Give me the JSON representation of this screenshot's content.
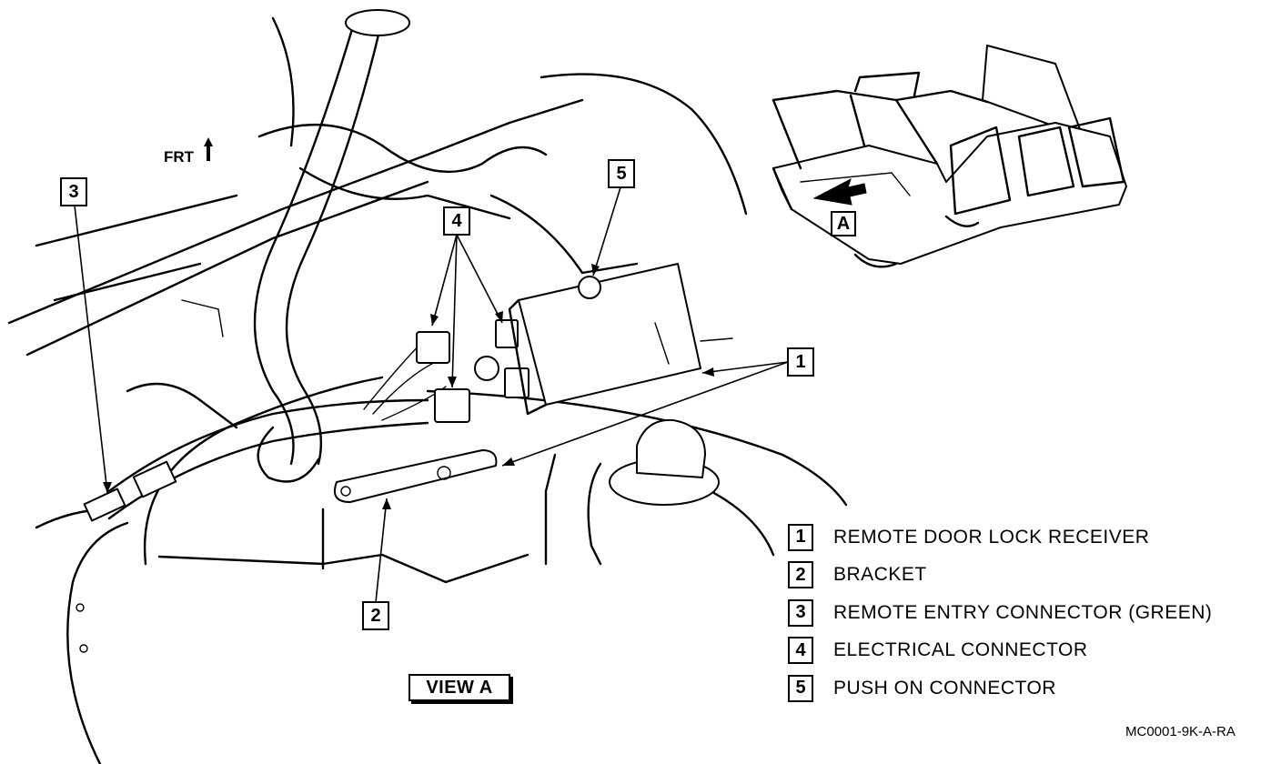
{
  "orientation_label": "FRT",
  "view_label": "VIEW A",
  "inset_label": "A",
  "figure_code": "MC0001-9K-A-RA",
  "callouts": {
    "c1": "1",
    "c2": "2",
    "c3": "3",
    "c4": "4",
    "c5": "5"
  },
  "legend": [
    {
      "number": "1",
      "label": "REMOTE DOOR LOCK RECEIVER"
    },
    {
      "number": "2",
      "label": "BRACKET"
    },
    {
      "number": "3",
      "label": "REMOTE ENTRY CONNECTOR (GREEN)"
    },
    {
      "number": "4",
      "label": "ELECTRICAL CONNECTOR"
    },
    {
      "number": "5",
      "label": "PUSH ON CONNECTOR"
    }
  ],
  "icons": {
    "frt_arrow": "frt-arrow-icon",
    "inset_arrow": "inset-view-arrow-icon"
  }
}
